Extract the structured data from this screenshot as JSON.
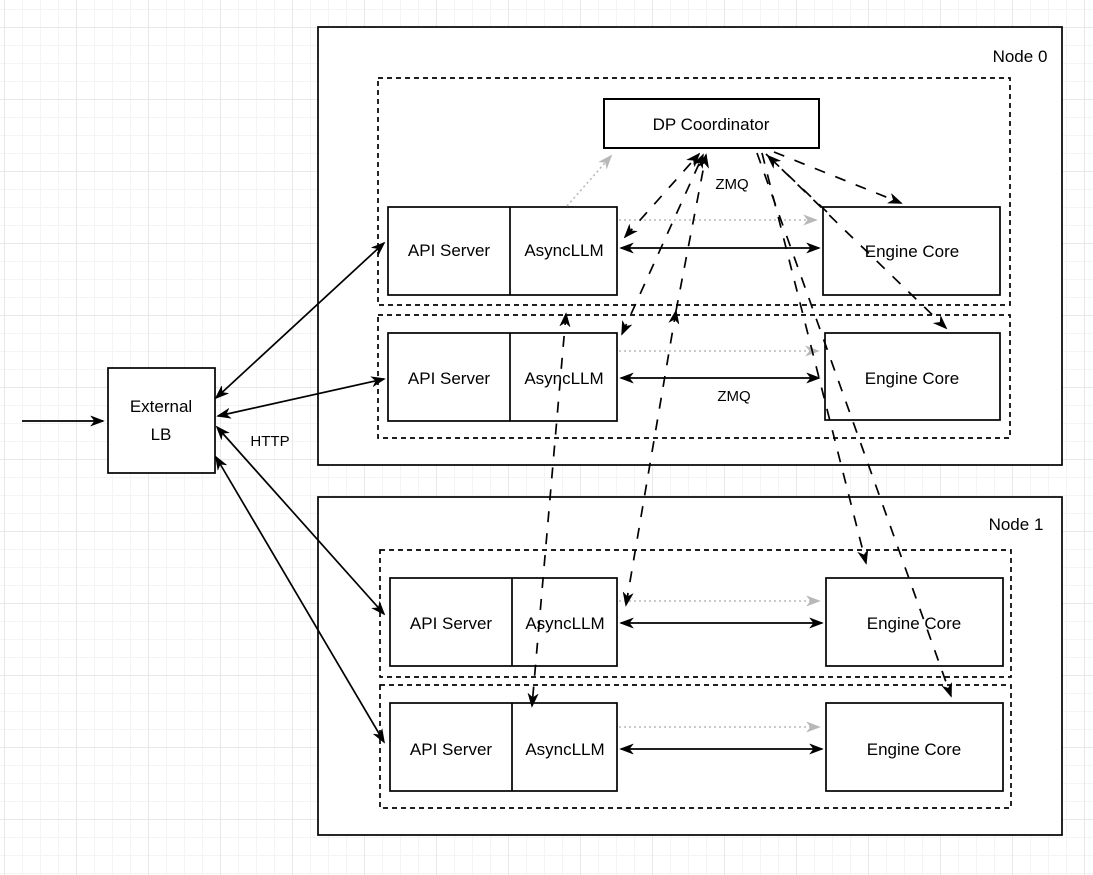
{
  "diagram": {
    "external_lb": {
      "line1": "External",
      "line2": "LB"
    },
    "coordinator": {
      "label": "DP Coordinator"
    },
    "labels": {
      "http": "HTTP",
      "zmq_coordinator": "ZMQ",
      "zmq_row": "ZMQ"
    },
    "nodes": [
      {
        "label": "Node 0",
        "rows": [
          {
            "api": "API Server",
            "asyncllm": "AsyncLLM",
            "engine": "Engine Core"
          },
          {
            "api": "API Server",
            "asyncllm": "AsyncLLM",
            "engine": "Engine Core"
          }
        ]
      },
      {
        "label": "Node 1",
        "rows": [
          {
            "api": "API Server",
            "asyncllm": "AsyncLLM",
            "engine": "Engine Core"
          },
          {
            "api": "API Server",
            "asyncllm": "AsyncLLM",
            "engine": "Engine Core"
          }
        ]
      }
    ],
    "colors": {
      "stroke": "#000000",
      "gray_arrow": "#b8b8b8",
      "fill": "#ffffff",
      "grid_minor": "#f4f4f4",
      "grid_major": "#e8e8e8"
    }
  }
}
